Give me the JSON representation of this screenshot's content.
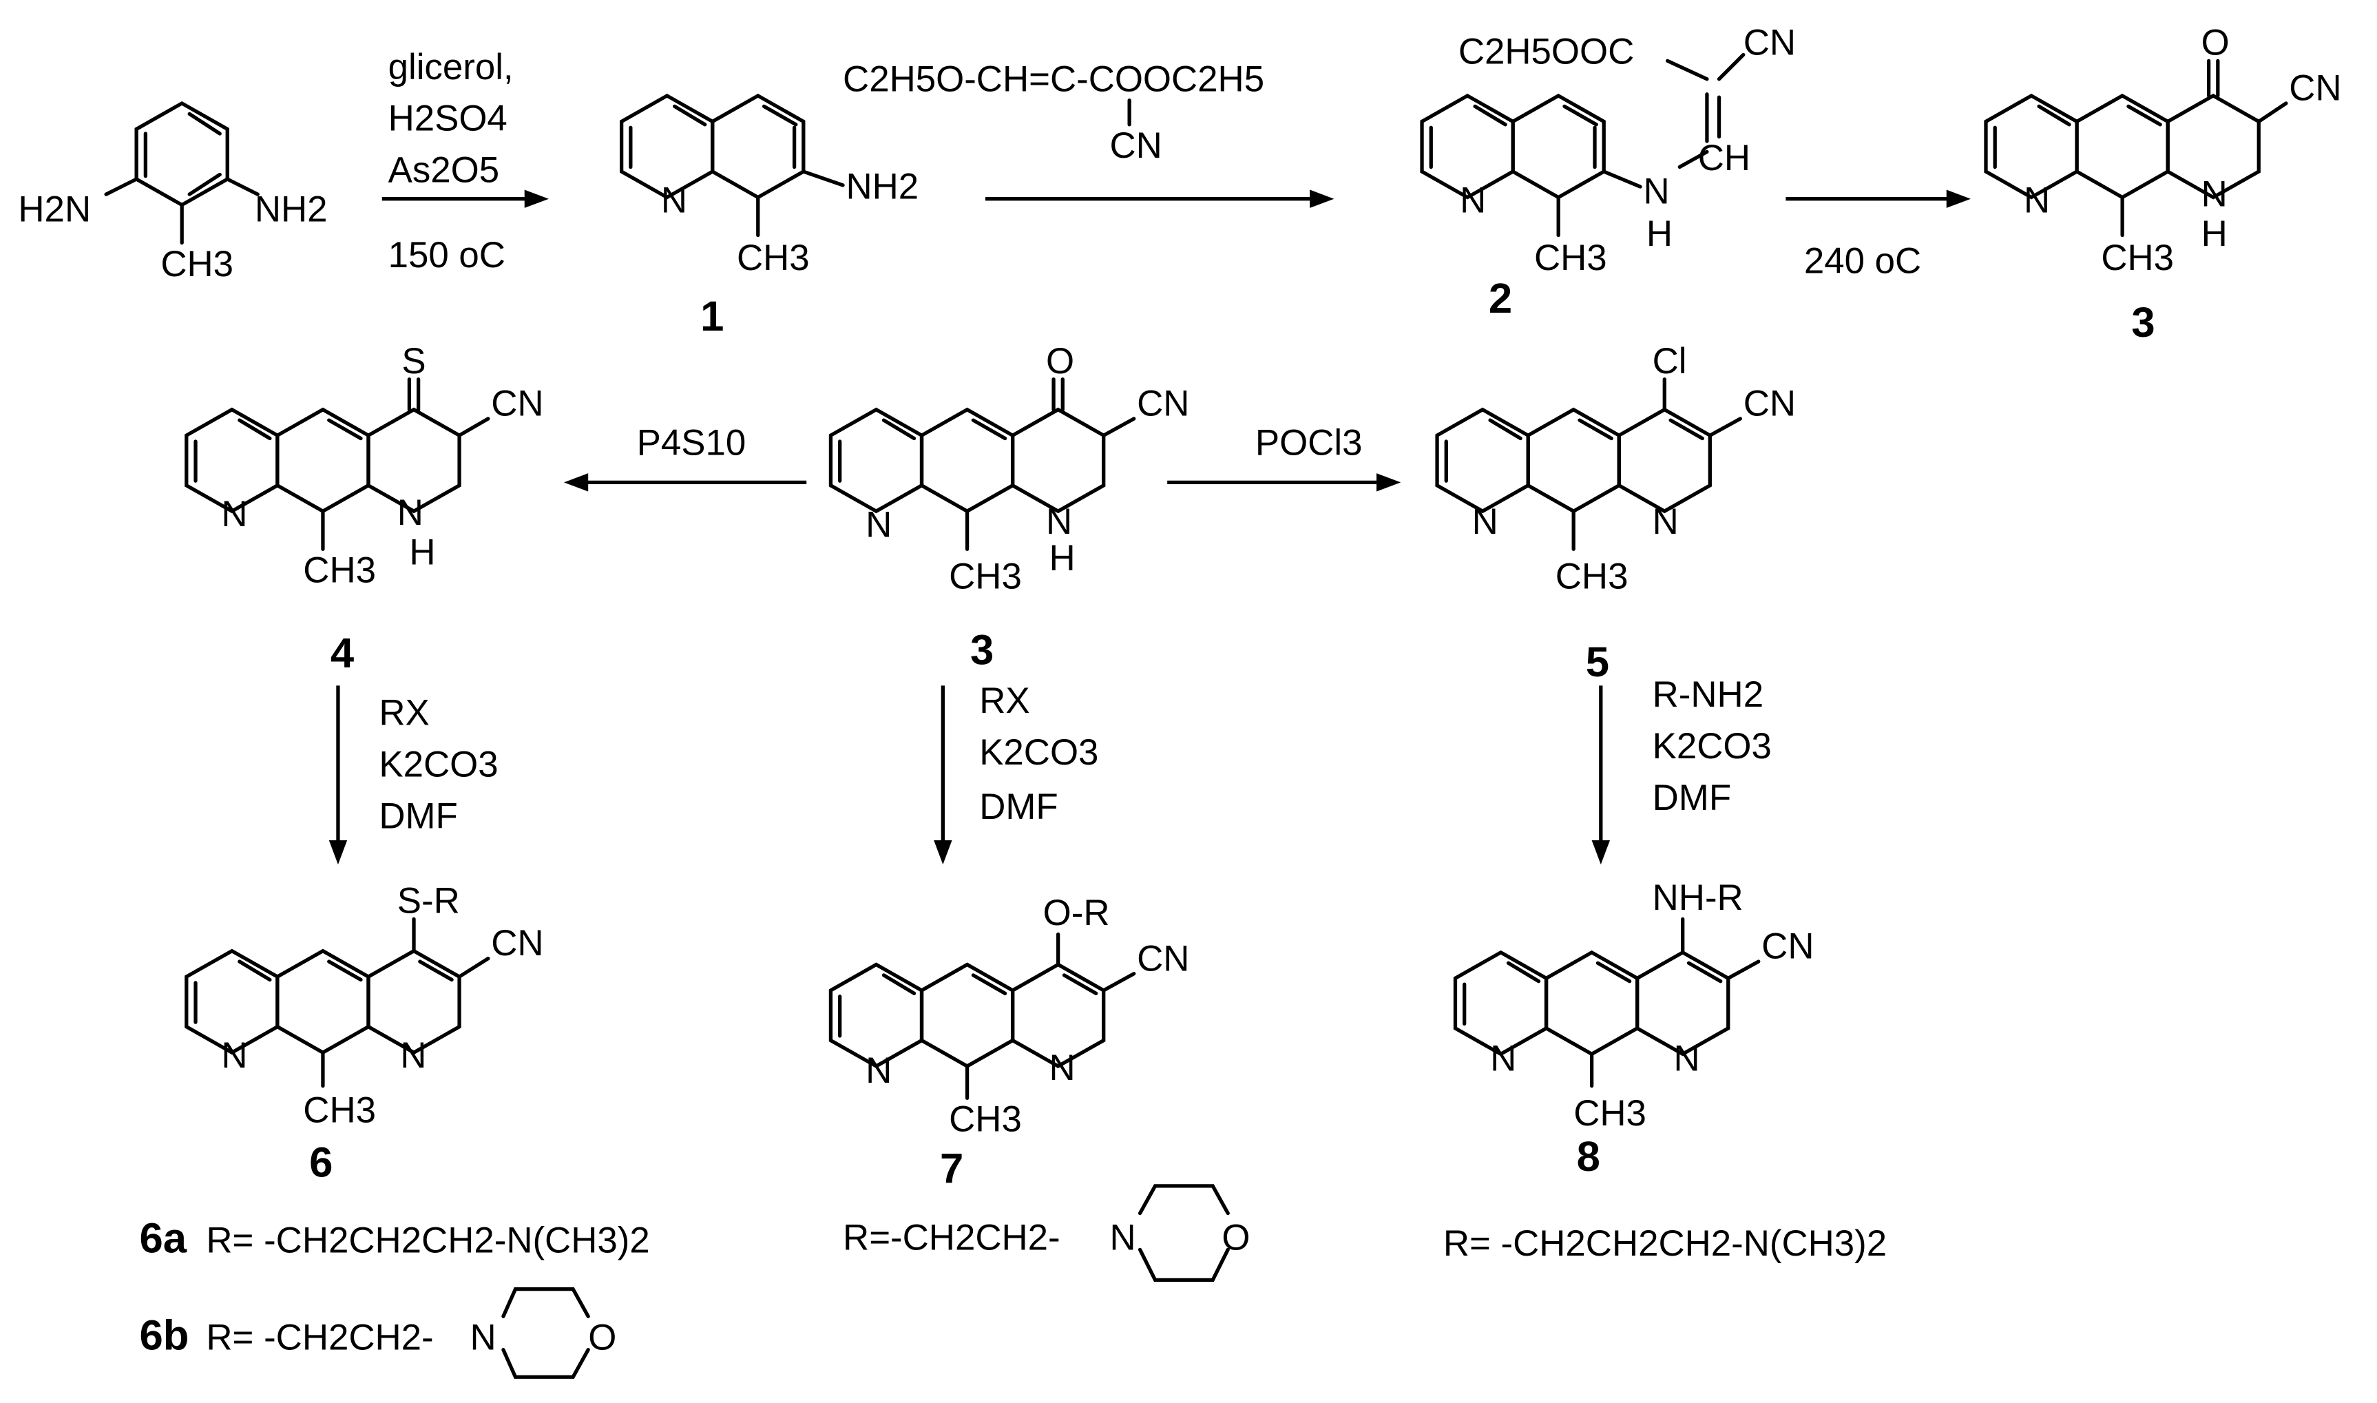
{
  "reactant": {
    "label_left": "H2N",
    "label_right": "NH2",
    "label_me": "CH3"
  },
  "compounds": {
    "c1": {
      "number": "1",
      "amine": "NH2",
      "n": "N",
      "me": "CH3"
    },
    "c2": {
      "number": "2",
      "ester": "C2H5OOC",
      "cn": "CN",
      "n": "N",
      "nh_n": "N",
      "nh_h": "H",
      "ch": "CH",
      "me": "CH3"
    },
    "c3top": {
      "number": "3",
      "o": "O",
      "cn": "CN",
      "n": "N",
      "nh_n": "N",
      "nh_h": "H",
      "me": "CH3"
    },
    "c4": {
      "number": "4",
      "s": "S",
      "cn": "CN",
      "n": "N",
      "nh_n": "N",
      "nh_h": "H",
      "me": "CH3"
    },
    "c3mid": {
      "number": "3",
      "o": "O",
      "cn": "CN",
      "n": "N",
      "nh_n": "N",
      "nh_h": "H",
      "me": "CH3"
    },
    "c5": {
      "number": "5",
      "cl": "Cl",
      "cn": "CN",
      "n": "N",
      "n2": "N",
      "me": "CH3"
    },
    "c6": {
      "number": "6",
      "sub": "S-R",
      "cn": "CN",
      "n": "N",
      "n2": "N",
      "me": "CH3"
    },
    "c7": {
      "number": "7",
      "sub": "O-R",
      "cn": "CN",
      "n": "N",
      "n2": "N",
      "me": "CH3"
    },
    "c8": {
      "number": "8",
      "sub": "NH-R",
      "cn": "CN",
      "n": "N",
      "n2": "N",
      "me": "CH3"
    }
  },
  "reagents": {
    "step1": [
      "glicerol,",
      "H2SO4",
      "As2O5",
      "150 oC"
    ],
    "step2": [
      "C2H5O-CH=C-COOC2H5",
      "CN"
    ],
    "step3": [
      "240 oC"
    ],
    "to4": [
      "P4S10"
    ],
    "to5": [
      "POCl3"
    ],
    "to6": [
      "RX",
      "K2CO3",
      "DMF"
    ],
    "to7": [
      "RX",
      "K2CO3",
      "DMF"
    ],
    "to8": [
      "R-NH2",
      "K2CO3",
      "DMF"
    ]
  },
  "r_groups": {
    "r6a_tag": "6a",
    "r6a": "R= -CH2CH2CH2-N(CH3)2",
    "r6b_tag": "6b",
    "r6b": "R= -CH2CH2-",
    "r6b_n": "N",
    "r6b_o": "O",
    "r7": "R=-CH2CH2-",
    "r7_n": "N",
    "r7_o": "O",
    "r8": "R= -CH2CH2CH2-N(CH3)2"
  }
}
